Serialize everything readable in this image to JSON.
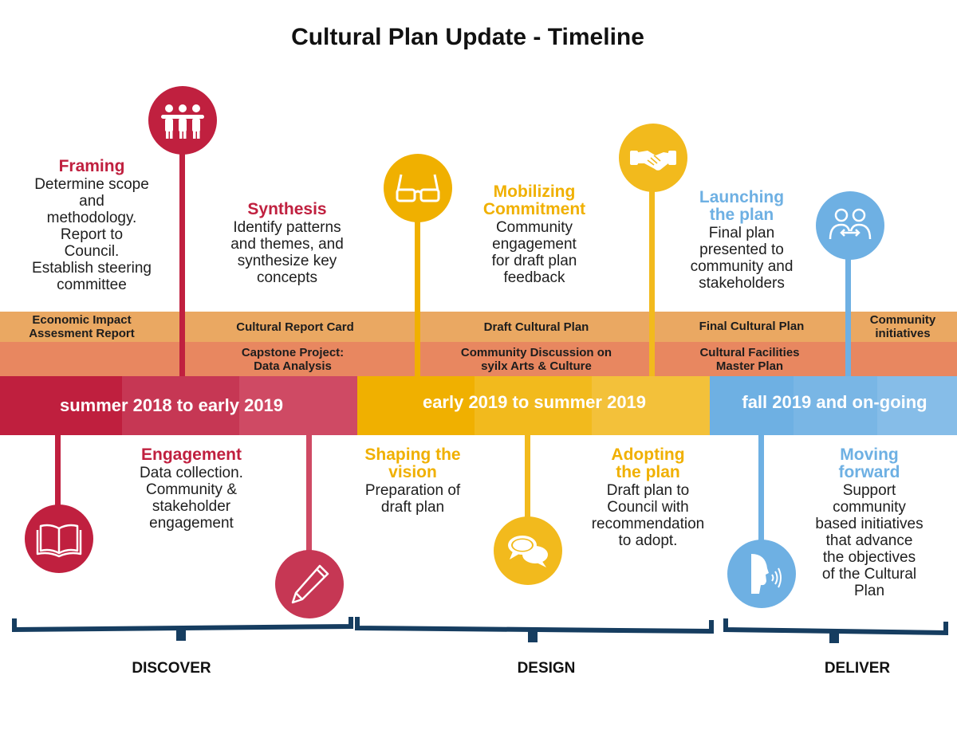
{
  "title": "Cultural Plan Update - Timeline",
  "colors": {
    "red": "#c0203f",
    "red_mid": "#c63754",
    "red_light": "#cf4a64",
    "gold": "#f0b000",
    "gold_mid": "#f2ba1d",
    "gold_light": "#f3c13a",
    "blue": "#6eb0e3",
    "blue_mid": "#79b6e5",
    "blue_light": "#86bde8",
    "band_top": "#eaa862",
    "band_bottom": "#e88760",
    "navy": "#163d60"
  },
  "bands": {
    "top": {
      "economic_impact": "Economic Impact\nAssesment Report",
      "cultural_report_card": "Cultural Report Card",
      "draft_cultural_plan": "Draft Cultural Plan",
      "final_cultural_plan": "Final Cultural Plan",
      "community_initiatives": "Community\ninitiatives"
    },
    "bottom": {
      "capstone": "Capstone Project:\nData Analysis",
      "community_discussion": "Community Discussion on\nsyilx Arts & Culture",
      "facilities": "Cultural Facilities\nMaster Plan"
    }
  },
  "periods": {
    "discover": "summer 2018 to early 2019",
    "design": "early 2019 to summer 2019",
    "deliver": "fall 2019 and on-going"
  },
  "phases": {
    "framing": {
      "title": "Framing",
      "desc": "Determine scope\nand\nmethodology.\nReport to\nCouncil.\nEstablish steering\ncommittee",
      "icon": "people-icon"
    },
    "synthesis": {
      "title": "Synthesis",
      "desc": "Identify patterns\nand themes, and\nsynthesize key\nconcepts"
    },
    "mobilizing": {
      "title": "Mobilizing\nCommitment",
      "desc": "Community\nengagement\nfor draft plan\nfeedback",
      "icon": "handshake-icon"
    },
    "launching": {
      "title": "Launching\nthe plan",
      "desc": "Final plan\npresented to\ncommunity and\nstakeholders",
      "icon": "partnership-icon"
    },
    "engagement": {
      "title": "Engagement",
      "desc": "Data collection.\nCommunity &\nstakeholder\nengagement",
      "icon": "book-icon"
    },
    "shaping": {
      "title": "Shaping the\nvision",
      "desc": "Preparation of\ndraft plan",
      "icon": "glasses-icon"
    },
    "adopting": {
      "title": "Adopting\nthe plan",
      "desc": "Draft plan to\nCouncil with\nrecommendation\nto adopt.",
      "icon": "chat-icon"
    },
    "moving": {
      "title": "Moving\nforward",
      "desc": "Support\ncommunity\nbased initiatives\nthat advance\nthe objectives\nof the Cultural\nPlan",
      "icon": "speaking-icon"
    },
    "synthesis_icon": "pencil-icon"
  },
  "stages": {
    "discover": "DISCOVER",
    "design": "DESIGN",
    "deliver": "DELIVER"
  }
}
